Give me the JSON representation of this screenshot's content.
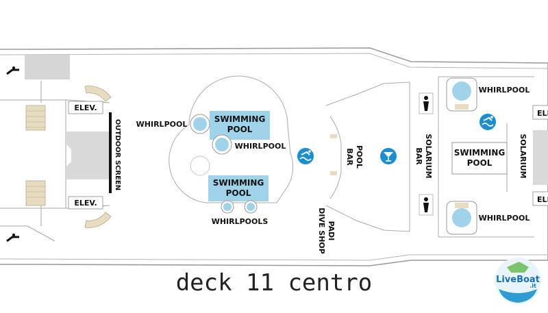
{
  "deck_title": "deck 11 centro",
  "logo": {
    "text": "LiveBoat.it",
    "primary": "LiveBoat",
    "suffix": ".it"
  },
  "colors": {
    "outline": "#9a9a9a",
    "hull_fill": "#ffffff",
    "pool_water": "#9fd3ea",
    "pool_dark": "#5fb6dc",
    "stairs": "#e8dcc0",
    "elevator_shaft": "#d9d9d9",
    "icon_blue": "#1c8ed0",
    "text": "#111111"
  },
  "labels": {
    "elev_top": "ELEV.",
    "elev_bottom": "ELEV.",
    "outdoor_screen": "OUTDOOR SCREEN",
    "whirlpool_left": "WHIRLPOOL",
    "whirlpool_center": "WHIRLPOOL",
    "whirlpools": "WHIRLPOOLS",
    "swimming_pool_top_1": "SWIMMING",
    "swimming_pool_top_2": "POOL",
    "swimming_pool_bottom_1": "SWIMMING",
    "swimming_pool_bottom_2": "POOL",
    "pool_bar_1": "POOL",
    "pool_bar_2": "BAR",
    "padi_1": "PADI",
    "padi_2": "DIVE SHOP",
    "solarium_bar_1": "SOLARIUM",
    "solarium_bar_2": "BAR",
    "solarium_pool_1": "SWIMMING",
    "solarium_pool_2": "POOL",
    "solarium_right": "SOLARIUM",
    "whirlpool_solarium_top": "WHIRLPOOL",
    "whirlpool_solarium_bottom": "WHIRLPOOL",
    "elev_right_top": "ELE",
    "elev_right_bottom": "ELE"
  },
  "icons": [
    "stairs-elevator-icon",
    "swimming-icon",
    "cocktail-bar-icon",
    "restroom-icon"
  ]
}
